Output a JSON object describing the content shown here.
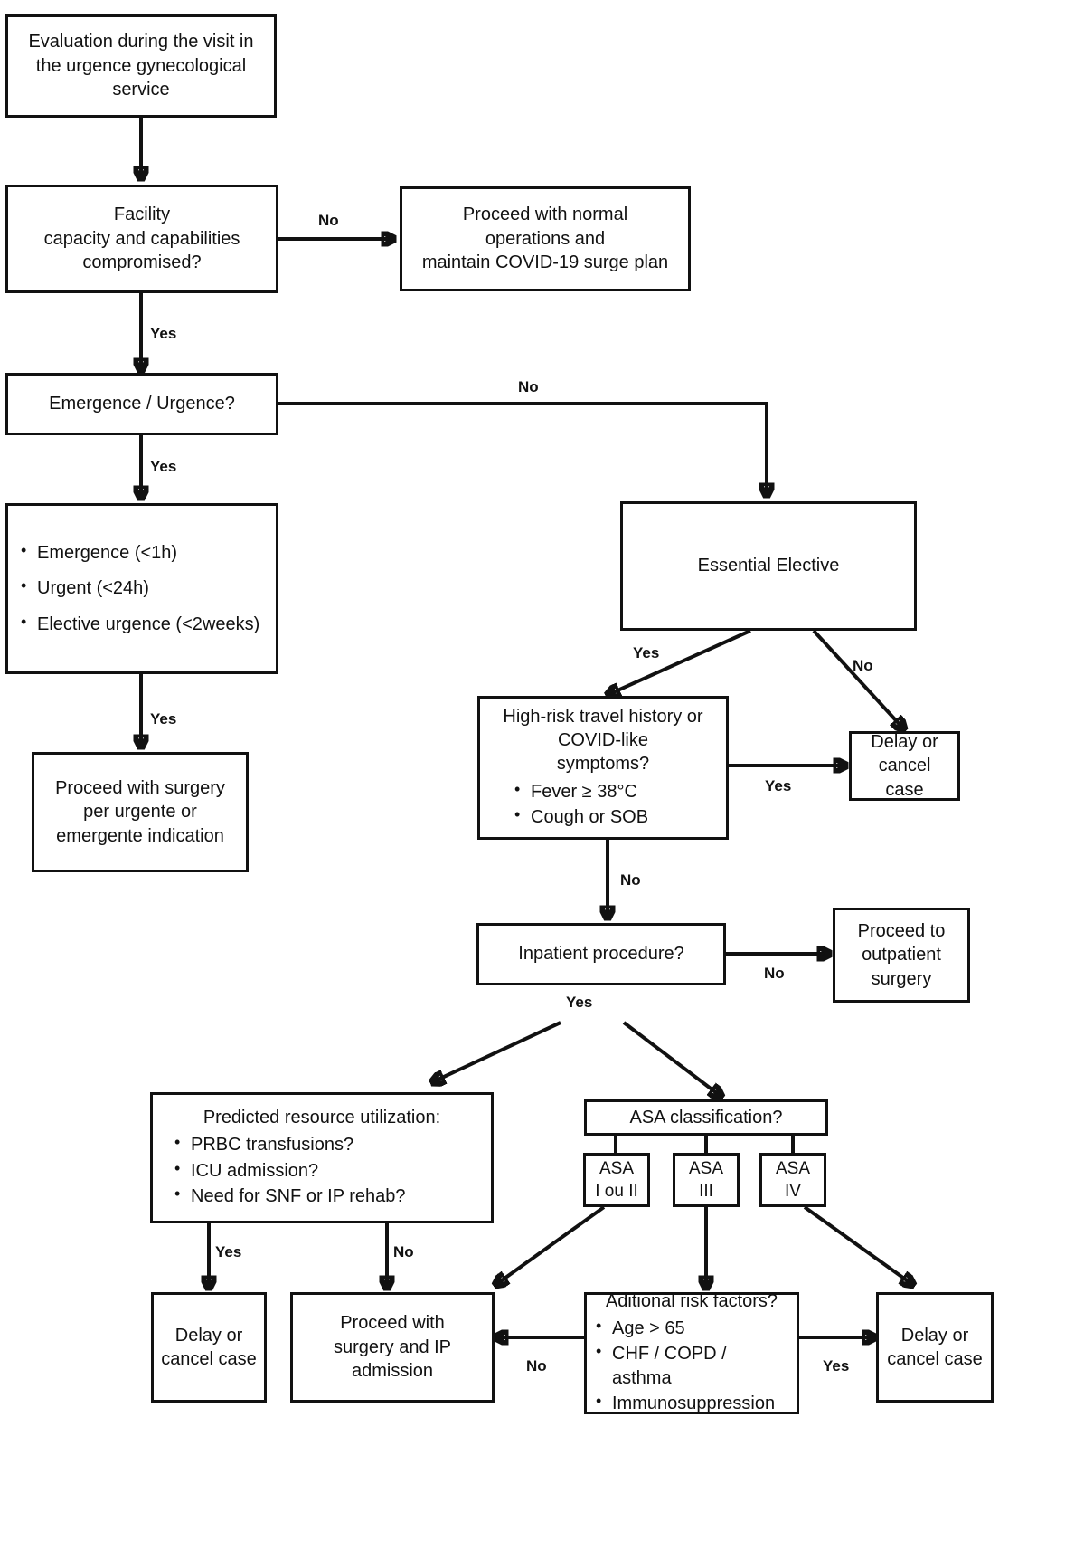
{
  "diagram": {
    "title": "COVID-19 gynecological surgery triage flowchart",
    "stroke_color": "#111111",
    "background_color": "#ffffff"
  },
  "nodes": {
    "evaluation": {
      "text": "Evaluation during the visit in\nthe urgence gynecological\nservice"
    },
    "facility": {
      "text": "Facility\ncapacity and capabilities\ncompromised?"
    },
    "normal_ops": {
      "text": "Proceed with normal\noperations and\nmaintain COVID-19 surge plan"
    },
    "emergence_urgence": {
      "text": "Emergence / Urgence?"
    },
    "urgency_list": {
      "items": [
        "Emergence (<1h)",
        "Urgent (<24h)",
        "Elective urgence (<2weeks)"
      ]
    },
    "proceed_surgery_urgent": {
      "text": "Proceed with surgery\nper urgente or\nemergente indication"
    },
    "essential_elective": {
      "text": "Essential Elective"
    },
    "covid_screen": {
      "heading": "High-risk travel history or\nCOVID-like\nsymptoms?",
      "items": [
        "Fever ≥ 38°C",
        "Cough or SOB"
      ]
    },
    "delay_cancel_1": {
      "text": "Delay or\ncancel\ncase"
    },
    "inpatient": {
      "text": "Inpatient procedure?"
    },
    "outpatient": {
      "text": "Proceed to\noutpatient\nsurgery"
    },
    "resource_util": {
      "heading": "Predicted resource utilization:",
      "items": [
        "PRBC transfusions?",
        "ICU admission?",
        "Need for SNF or IP rehab?"
      ]
    },
    "asa_classification": {
      "text": "ASA classification?"
    },
    "asa_1_2": {
      "text": "ASA\nI ou II"
    },
    "asa_3": {
      "text": "ASA\nIII"
    },
    "asa_4": {
      "text": "ASA\nIV"
    },
    "delay_cancel_2": {
      "text": "Delay or\ncancel case"
    },
    "proceed_ip": {
      "text": "Proceed with\nsurgery and IP\nadmission"
    },
    "risk_factors": {
      "heading": "Aditional risk factors?",
      "items": [
        "Age > 65",
        "CHF / COPD / asthma",
        "Immunosuppression"
      ]
    },
    "delay_cancel_3": {
      "text": "Delay or\ncancel case"
    }
  },
  "edge_labels": {
    "facility_no": "No",
    "facility_yes": "Yes",
    "emergence_no": "No",
    "emergence_yes": "Yes",
    "urgency_yes": "Yes",
    "elective_yes": "Yes",
    "elective_no": "No",
    "covid_yes": "Yes",
    "covid_no": "No",
    "inpatient_no": "No",
    "inpatient_yes": "Yes",
    "resource_yes": "Yes",
    "resource_no": "No",
    "risk_no": "No",
    "risk_yes": "Yes"
  }
}
